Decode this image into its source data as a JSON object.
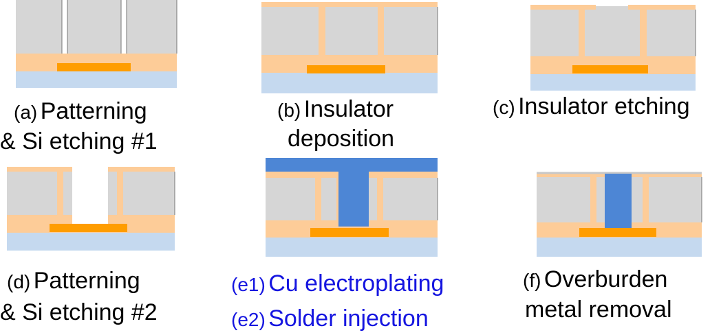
{
  "colors": {
    "silicon": "#d6d6d6",
    "insulator": "#fdcc98",
    "pad": "#ff9d00",
    "substrate": "#c5d9ef",
    "metal": "#4d86d5",
    "text": "#000000",
    "accent_text": "#1515e0"
  },
  "steps": [
    {
      "tag": "(a)",
      "line1": "Patterning",
      "line2": "& Si etching #1"
    },
    {
      "tag": "(b)",
      "line1": "Insulator",
      "line2": "deposition"
    },
    {
      "tag": "(c)",
      "line1": "Insulator etching",
      "line2": ""
    },
    {
      "tag": "(d)",
      "line1": "Patterning",
      "line2": "& Si etching #2"
    },
    {
      "tag1": "(e1)",
      "line1": "Cu electroplating",
      "tag2": "(e2)",
      "line2": "Solder injection"
    },
    {
      "tag": "(f)",
      "line1": "Overburden",
      "line2": "metal removal"
    }
  ]
}
